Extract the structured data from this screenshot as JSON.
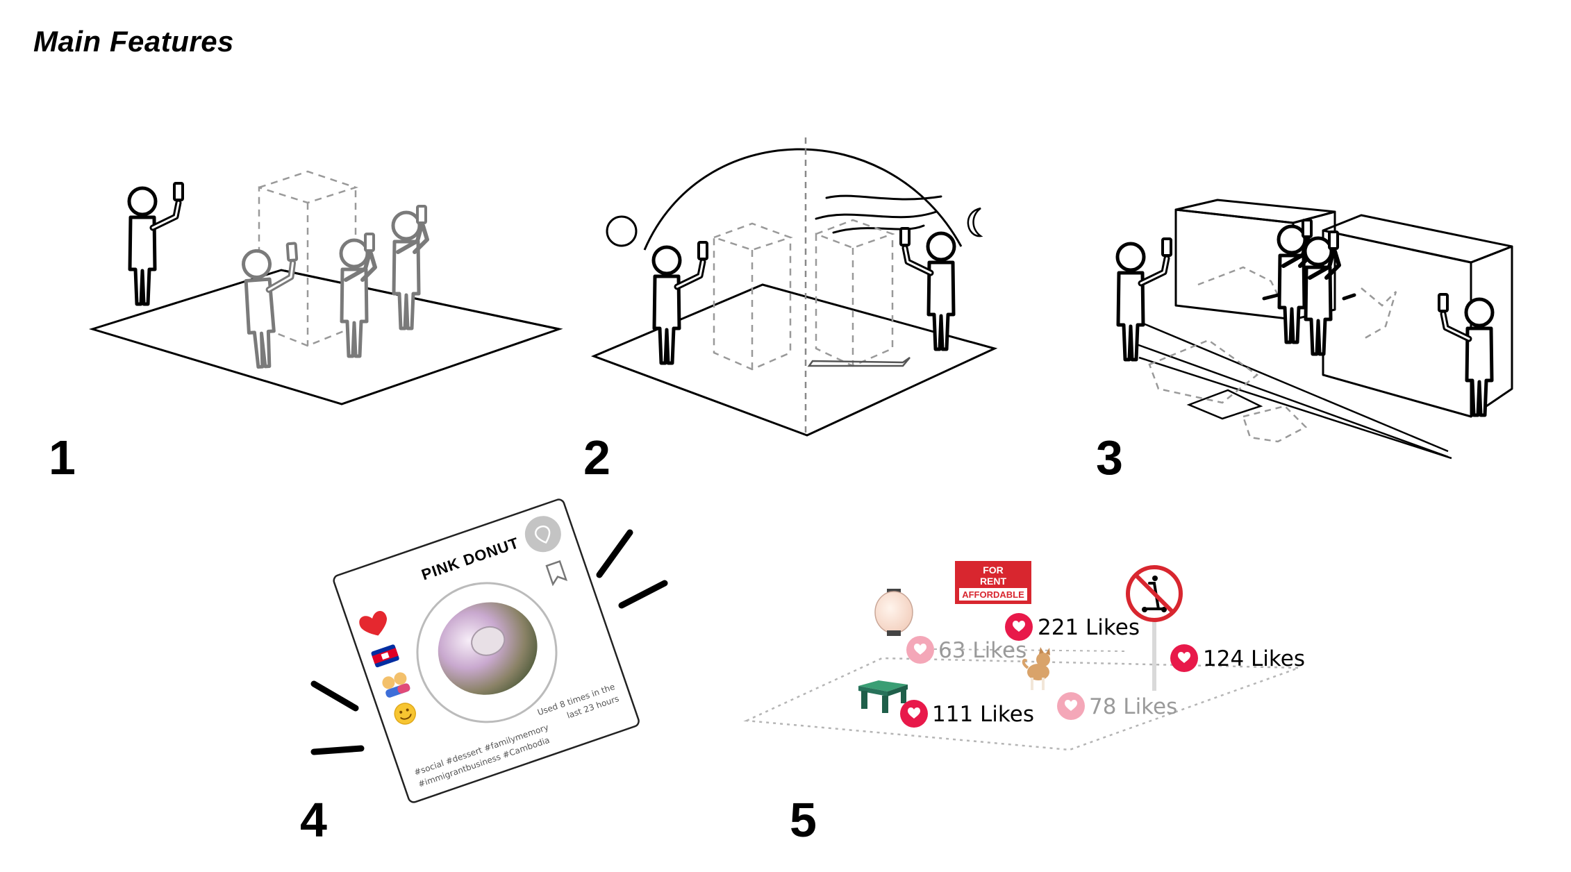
{
  "title": "Main Features",
  "panels": [
    {
      "number": "1"
    },
    {
      "number": "2"
    },
    {
      "number": "3"
    },
    {
      "number": "4"
    },
    {
      "number": "5"
    }
  ],
  "card": {
    "name": "PINK DONUT",
    "hashtags_line1": "#social #dessert #familymemory",
    "hashtags_line2": "#immigrantbusiness #Cambodia",
    "usage_line1": "Used 8 times in the",
    "usage_line2": "last 23 hours"
  },
  "sign": {
    "line1": "FOR",
    "line2": "RENT",
    "line3": "AFFORDABLE"
  },
  "likes": [
    {
      "label": "221 Likes",
      "style": "strong"
    },
    {
      "label": "124 Likes",
      "style": "strong"
    },
    {
      "label": "111 Likes",
      "style": "strong"
    },
    {
      "label": "63 Likes",
      "style": "faded"
    },
    {
      "label": "78 Likes",
      "style": "faded"
    }
  ],
  "colors": {
    "like_strong": "#e8194a",
    "like_faded": "#f4a7b8",
    "sign_red": "#d8262f",
    "ground_gray": "#b5b5b5"
  }
}
